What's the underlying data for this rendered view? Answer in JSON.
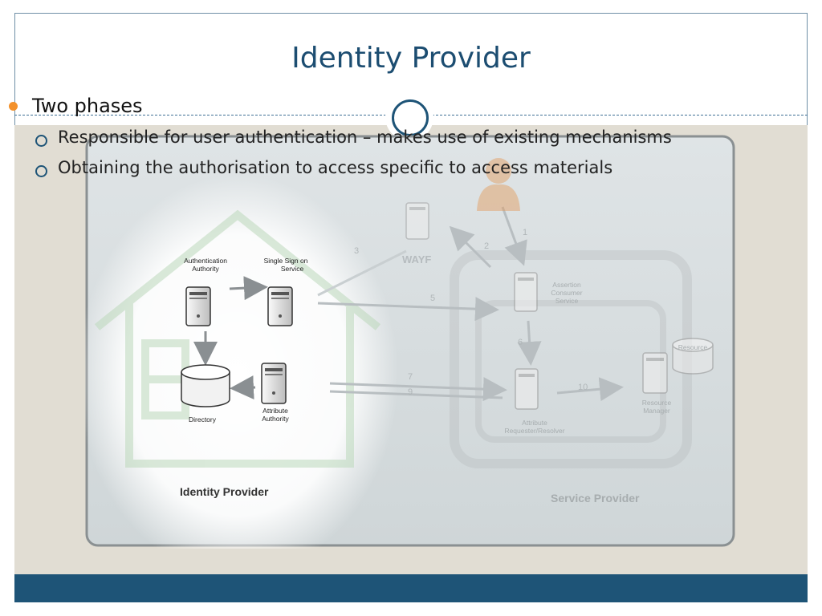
{
  "slide": {
    "title": "Identity Provider",
    "bullet_main": "Two phases",
    "sub_bullets": [
      "Responsible for user authentication – makes use of existing mechanisms",
      "Obtaining the authorisation to access specific to access materials"
    ]
  },
  "diagram": {
    "nodes": {
      "auth_authority": "Authentication\nAuthority",
      "sso_service": "Single Sign on\nService",
      "directory": "Directory",
      "attr_authority": "Attribute\nAuthority",
      "wayf": "WAYF",
      "assertion_consumer": "Assertion\nConsumer\nService",
      "attr_requester": "Attribute\nRequester/Resolver",
      "resource_manager": "Resource\nManager",
      "resource": "Resource"
    },
    "group_labels": {
      "identity_provider": "Identity Provider",
      "service_provider": "Service Provider"
    },
    "edge_labels": [
      "1",
      "2",
      "3",
      "5",
      "6",
      "7",
      "9",
      "10"
    ]
  }
}
